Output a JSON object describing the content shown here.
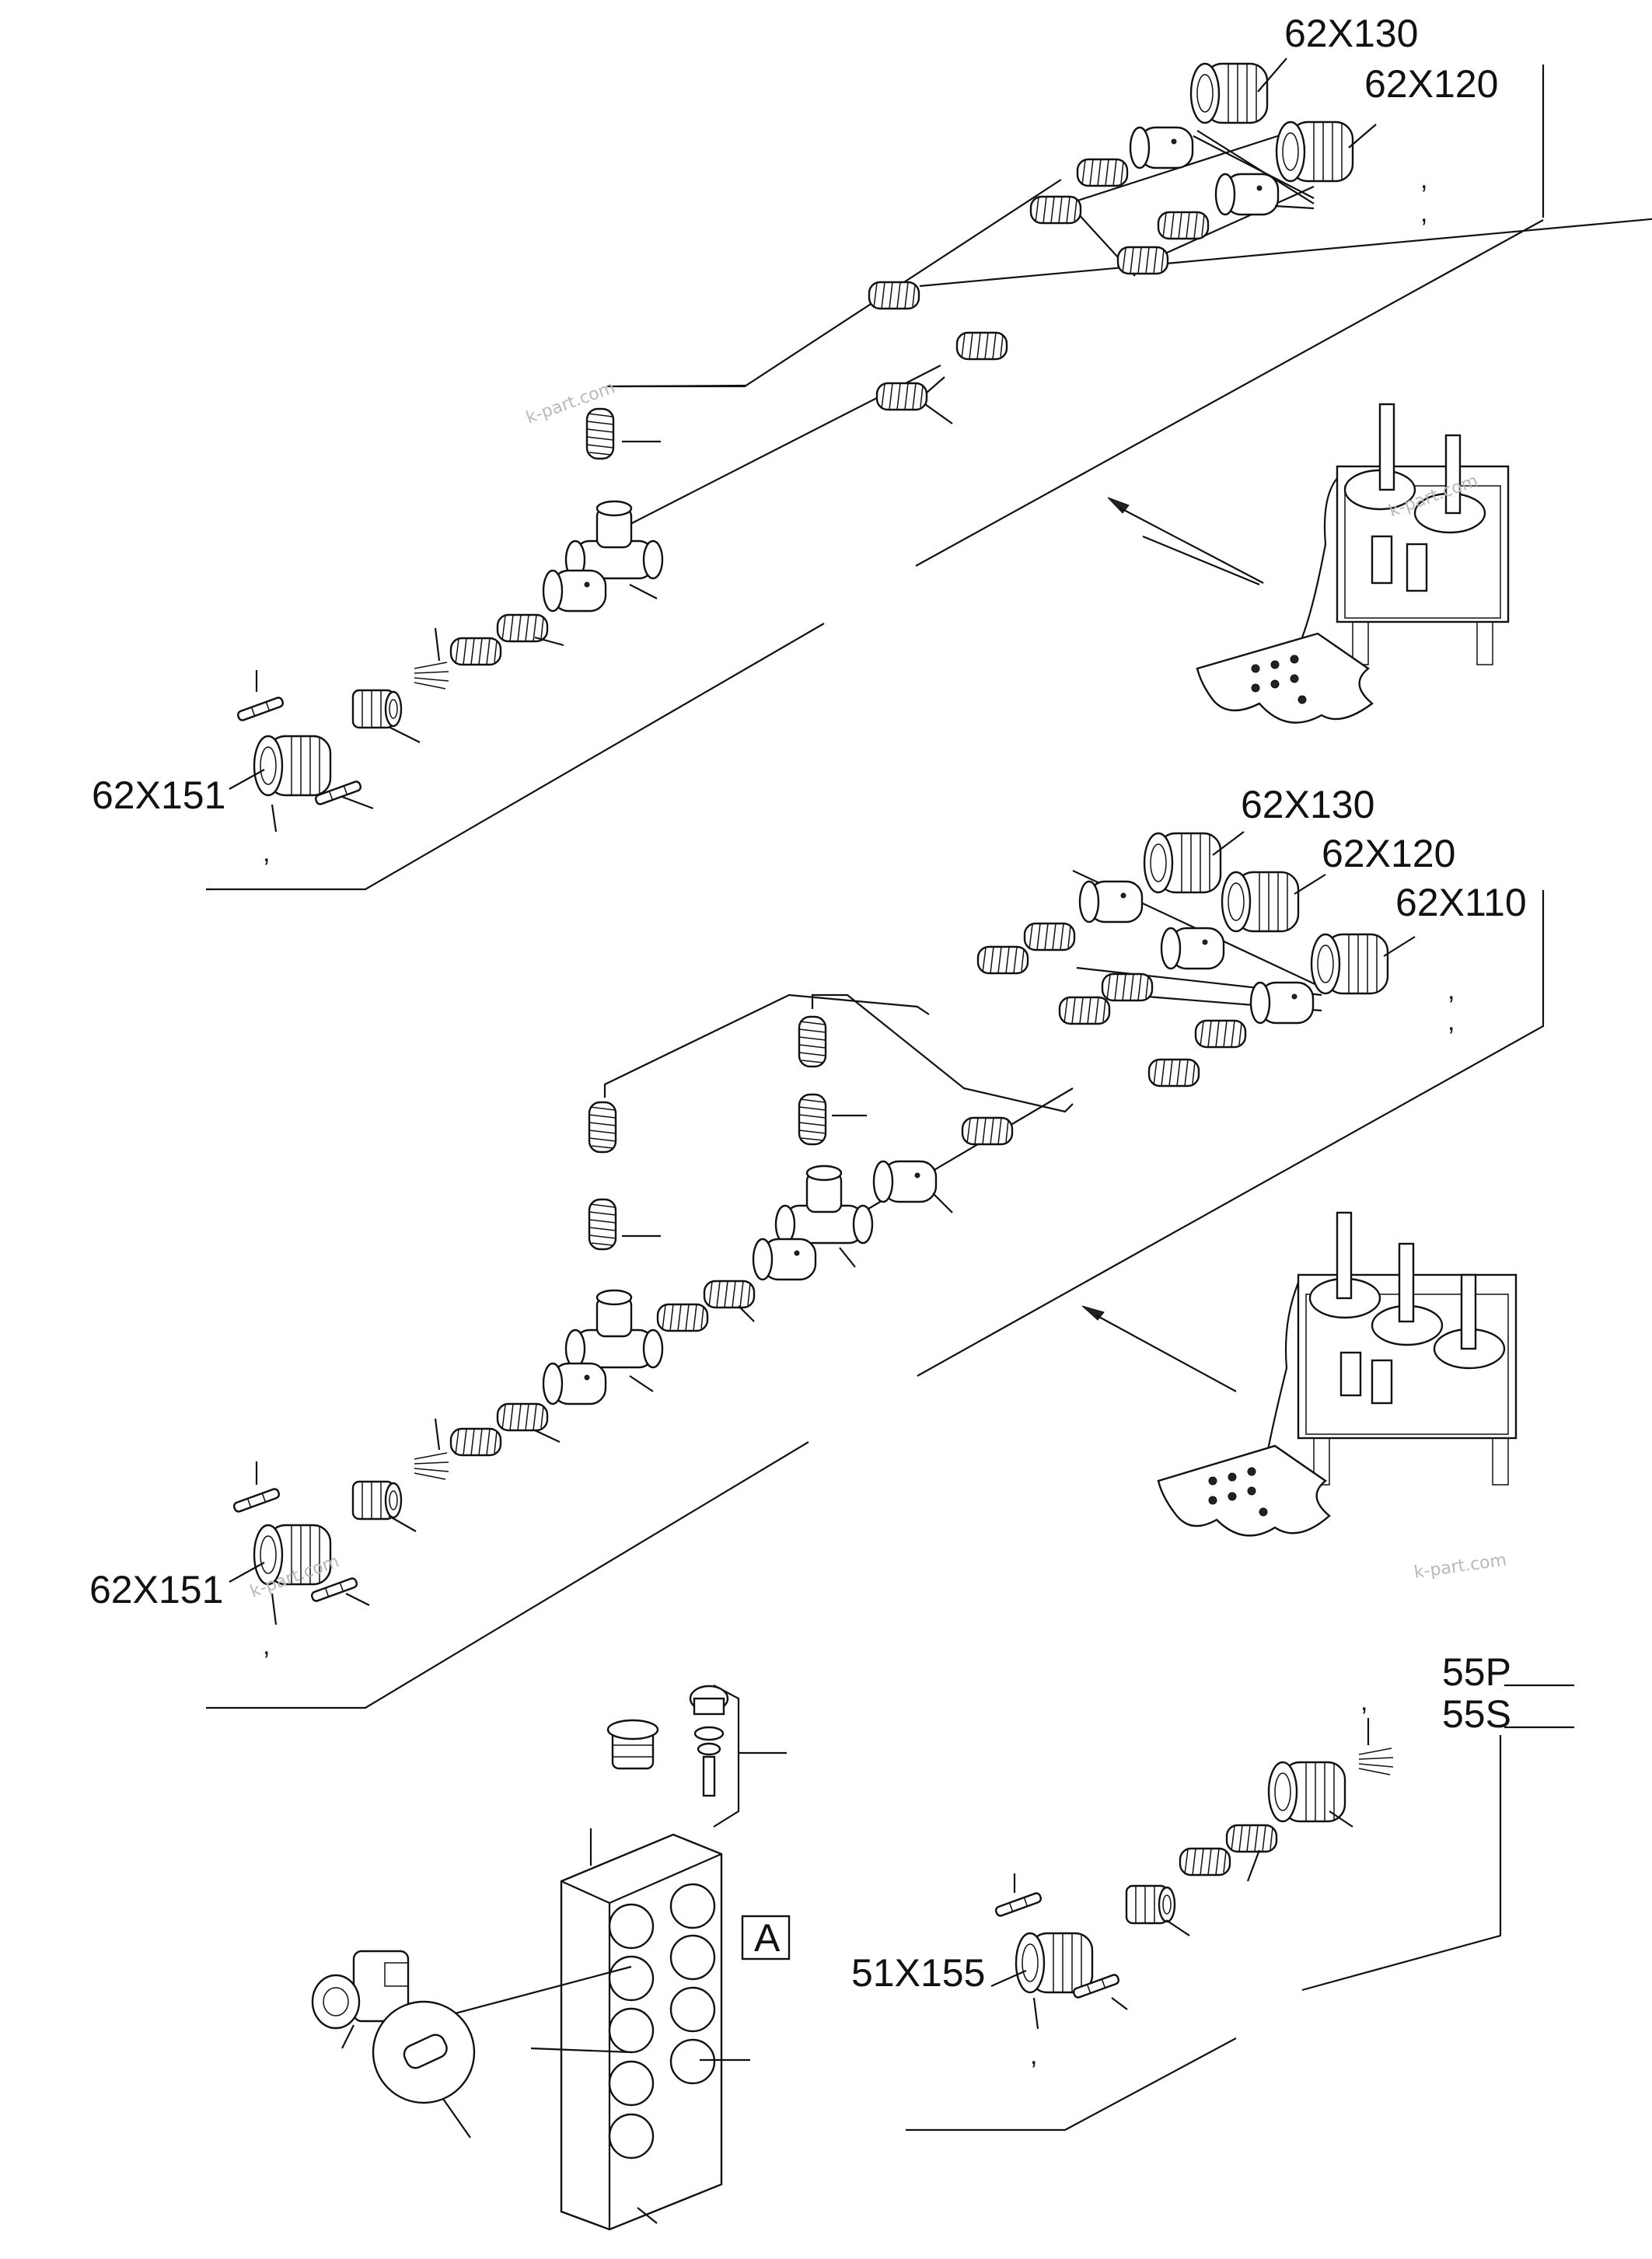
{
  "section_top": {
    "labels": {
      "p130": "62X130",
      "p120": "62X120",
      "p151": "62X151"
    },
    "commas": [
      ",",
      ",",
      ","
    ]
  },
  "section_mid": {
    "labels": {
      "p130": "62X130",
      "p120": "62X120",
      "p110": "62X110",
      "p151": "62X151"
    },
    "commas": [
      ",",
      ",",
      ","
    ]
  },
  "section_bottom": {
    "labels": {
      "p55p": "55P",
      "p55s": "55S",
      "p155": "51X155"
    },
    "commas": [
      ",",
      ","
    ],
    "box_letter": "A"
  },
  "watermarks": [
    "k-part.com",
    "k-part.com",
    "k-part.com",
    "k-part.com"
  ]
}
